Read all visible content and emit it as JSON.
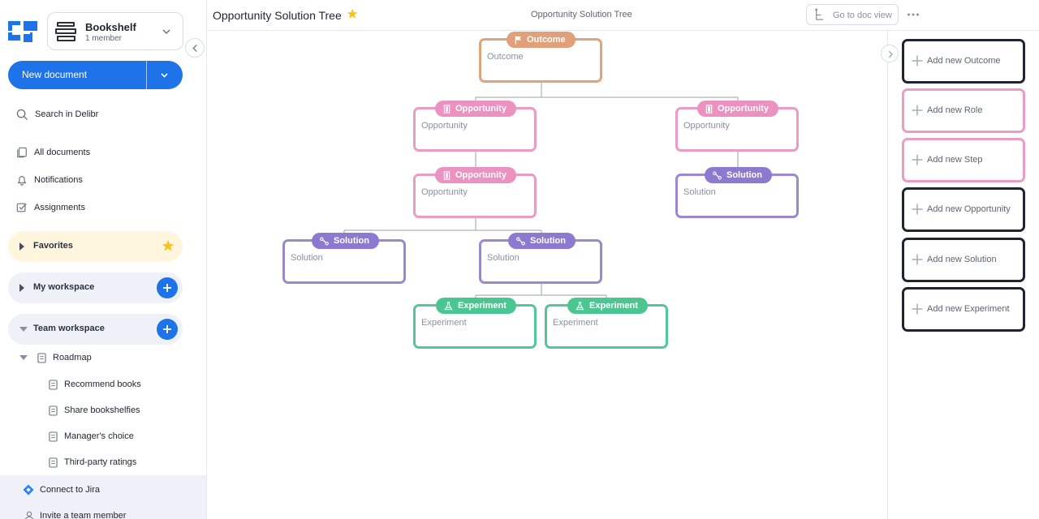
{
  "sidebar": {
    "workspace": {
      "name": "Bookshelf",
      "members": "1 member"
    },
    "new_document_label": "New document",
    "search_label": "Search in Delibr",
    "nav": {
      "all_documents": "All documents",
      "notifications": "Notifications",
      "assignments": "Assignments"
    },
    "favorites_label": "Favorites",
    "my_workspace_label": "My workspace",
    "team_workspace_label": "Team workspace",
    "tree": {
      "root": "Roadmap",
      "children": [
        "Recommend books",
        "Share bookshelfies",
        "Manager's choice",
        "Third-party ratings"
      ]
    },
    "footer": {
      "connect_jira": "Connect to Jira",
      "invite": "Invite a team member"
    }
  },
  "topbar": {
    "title": "Opportunity Solution Tree",
    "center_title": "Opportunity Solution Tree",
    "doc_view_label": "Go to doc view"
  },
  "tree_nodes": {
    "outcome": {
      "badge": "Outcome",
      "text": "Outcome"
    },
    "opp_left": {
      "badge": "Opportunity",
      "text": "Opportunity"
    },
    "opp_right": {
      "badge": "Opportunity",
      "text": "Opportunity"
    },
    "opp_mid": {
      "badge": "Opportunity",
      "text": "Opportunity"
    },
    "sol_right": {
      "badge": "Solution",
      "text": "Solution"
    },
    "sol_left": {
      "badge": "Solution",
      "text": "Solution"
    },
    "sol_mid": {
      "badge": "Solution",
      "text": "Solution"
    },
    "exp_left": {
      "badge": "Experiment",
      "text": "Experiment"
    },
    "exp_right": {
      "badge": "Experiment",
      "text": "Experiment"
    }
  },
  "right_panel": {
    "add_outcome": "Add new Outcome",
    "add_role": "Add new Role",
    "add_step": "Add new Step",
    "add_opportunity": "Add new Opportunity",
    "add_solution": "Add new Solution",
    "add_experiment": "Add new Experiment"
  },
  "colors": {
    "accent": "#1f73e8",
    "outcome": "#dfa07a",
    "opportunity": "#eb92c1",
    "solution": "#8c7ad0",
    "experiment": "#4cc690",
    "favorites_bg": "#fff6dd",
    "star": "#f5c518"
  },
  "icons": {
    "logo": "delibr-logo",
    "workspace": "books-icon",
    "search": "search-icon",
    "all_documents": "documents-icon",
    "notifications": "bell-icon",
    "assignments": "checkbox-icon",
    "favorites": "star-icon",
    "add": "plus-icon",
    "jira": "jira-icon",
    "invite": "user-icon"
  }
}
